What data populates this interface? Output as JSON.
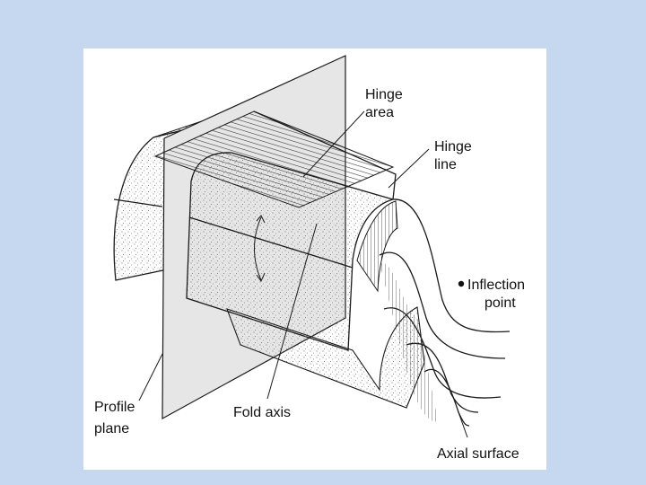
{
  "figure": {
    "labels": {
      "hinge_area": [
        "Hinge",
        "area"
      ],
      "hinge_line": [
        "Hinge",
        "line"
      ],
      "inflection_point": [
        "Inflection",
        "point"
      ],
      "profile_plane": [
        "Profile",
        "plane"
      ],
      "fold_axis": "Fold axis",
      "axial_surface": "Axial surface"
    }
  },
  "colors": {
    "background": "#c5d8ef",
    "panel": "#ffffff",
    "plane_fill": "#e6e6e6",
    "ink": "#1a1a1a"
  }
}
